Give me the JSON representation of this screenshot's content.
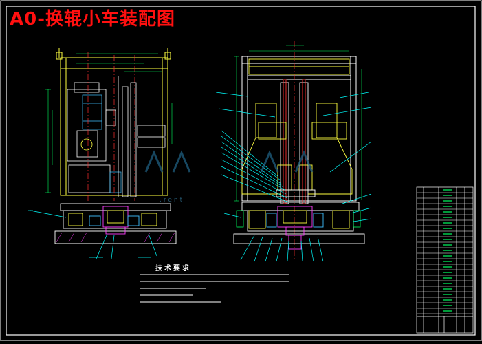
{
  "drawing": {
    "title": "A0-换辊小车装配图",
    "tech_requirements_title": "技术要求",
    "watermark_text": ".rent",
    "colors": {
      "background": "#000000",
      "frame": "#ffffff",
      "title": "#ff1010",
      "outline": "#ffff40",
      "leader": "#00ffff",
      "centerline": "#ff3030",
      "part": "#ff40ff",
      "dimension": "#00ff60",
      "component": "#4080ff"
    }
  }
}
